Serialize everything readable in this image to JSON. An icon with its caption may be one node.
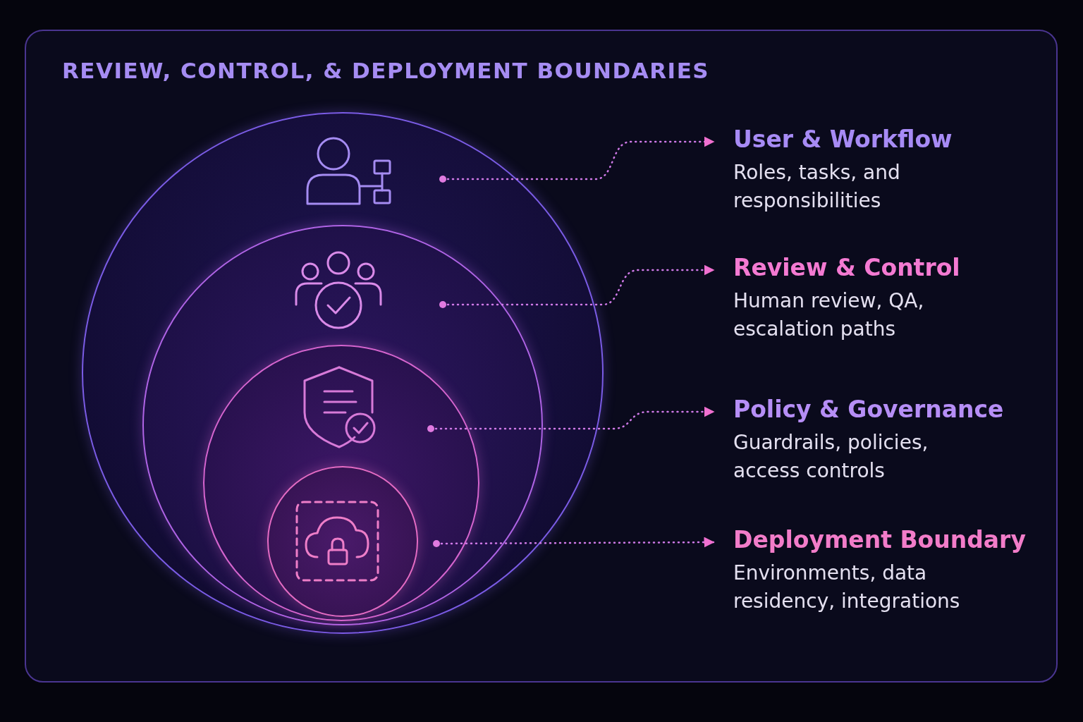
{
  "diagram": {
    "title": "REVIEW, CONTROL, & DEPLOYMENT BOUNDARIES",
    "nodes": [
      {
        "text": [],
        "shape": "circle"
      },
      {
        "text": [],
        "shape": "circle",
        "in": 0
      },
      {
        "text": [],
        "shape": "circle",
        "in": 1
      },
      {
        "text": [],
        "shape": "circle",
        "in": 2
      },
      {
        "text": [
          "User & Workflow",
          "Roles, tasks, and responsibilities"
        ]
      },
      {
        "text": [
          "Review & Control",
          "Human review, QA, escalation paths"
        ]
      },
      {
        "text": [
          "Policy & Governance",
          "Guardrails, policies, access controls"
        ]
      },
      {
        "text": [
          "Deployment Boundary",
          "Environments, data residency, integrations"
        ]
      }
    ],
    "edges": [
      {
        "from": 0,
        "to": 4,
        "arrow": "to",
        "style": "dashed"
      },
      {
        "from": 1,
        "to": 5,
        "arrow": "to",
        "style": "dashed"
      },
      {
        "from": 2,
        "to": 6,
        "arrow": "to",
        "style": "dashed"
      },
      {
        "from": 3,
        "to": 7,
        "arrow": "to",
        "style": "dashed"
      }
    ]
  }
}
